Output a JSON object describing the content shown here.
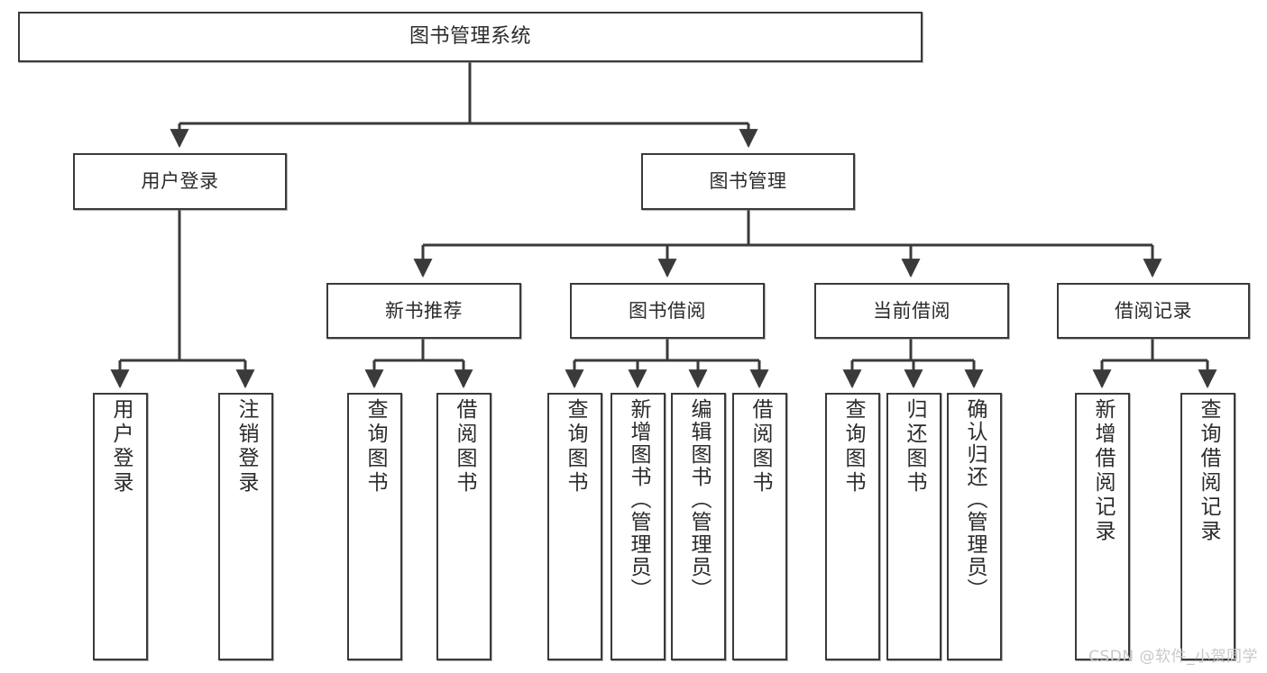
{
  "diagram": {
    "title": "图书管理系统",
    "type": "tree",
    "orientation": "top-down",
    "line_color": "#3a3a3a",
    "box_fill": "#ffffff",
    "text_color": "#2b2b2b",
    "nodes": {
      "root": {
        "label": "图书管理系统"
      },
      "level2": [
        {
          "label": "用户登录"
        },
        {
          "label": "图书管理"
        }
      ],
      "level3": [
        {
          "label": "新书推荐"
        },
        {
          "label": "图书借阅"
        },
        {
          "label": "当前借阅"
        },
        {
          "label": "借阅记录"
        }
      ],
      "leaves": {
        "user_login": [
          {
            "label": "用户登录"
          },
          {
            "label": "注销登录"
          }
        ],
        "new_book": [
          {
            "label": "查询图书"
          },
          {
            "label": "借阅图书"
          }
        ],
        "book_borrow": [
          {
            "label": "查询图书"
          },
          {
            "label": "新增图书（管理员）"
          },
          {
            "label": "编辑图书（管理员）"
          },
          {
            "label": "借阅图书"
          }
        ],
        "current_borrow": [
          {
            "label": "查询图书"
          },
          {
            "label": "归还图书"
          },
          {
            "label": "确认归还（管理员）"
          }
        ],
        "borrow_record": [
          {
            "label": "新增借阅记录"
          },
          {
            "label": "查询借阅记录"
          }
        ]
      }
    }
  },
  "watermark": {
    "text": "CSDN @软件_小贺同学",
    "color": "#c8c8c8"
  }
}
